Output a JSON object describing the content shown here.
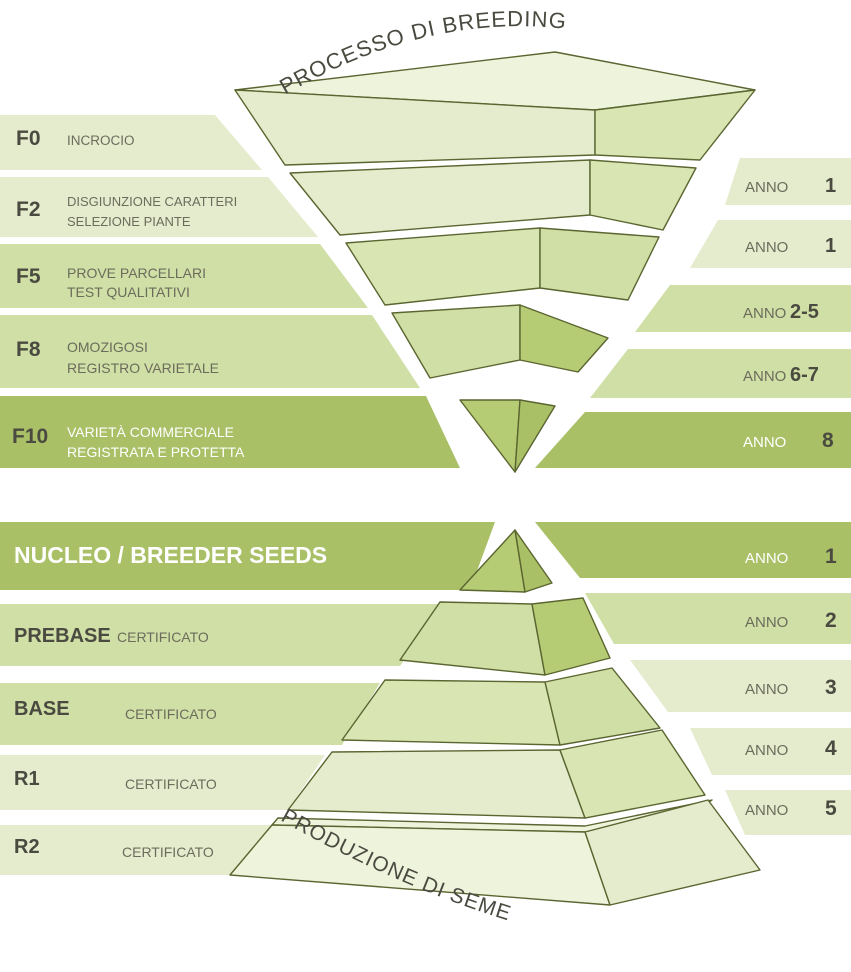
{
  "colors": {
    "light_band": "#e4eccd",
    "mid_band": "#cfdfa6",
    "dark_band": "#a9c067",
    "text_gray": "#6c6c5c",
    "text_dark": "#4a4a40",
    "face_light": "#eef3dc",
    "face_mid": "#d9e6b3",
    "face_dark": "#b6cc74",
    "edge": "#5a6530"
  },
  "breeding": {
    "title": "PROCESSO DI BREEDING",
    "rows": [
      {
        "code": "F0",
        "lines": [
          "INCROCIO"
        ],
        "anno_label": "ANNO",
        "anno_value": "1"
      },
      {
        "code": "F2",
        "lines": [
          "DISGIUNZIONE CARATTERI",
          "SELEZIONE PIANTE"
        ],
        "anno_label": "ANNO",
        "anno_value": "1"
      },
      {
        "code": "F5",
        "lines": [
          "PROVE PARCELLARI",
          "TEST QUALITATIVI"
        ],
        "anno_label": "ANNO",
        "anno_value": "2-5"
      },
      {
        "code": "F8",
        "lines": [
          "OMOZIGOSI",
          "REGISTRO VARIETALE"
        ],
        "anno_label": "ANNO",
        "anno_value": "6-7"
      },
      {
        "code": "F10",
        "lines": [
          "VARIETÀ COMMERCIALE",
          "REGISTRATA E PROTETTA"
        ],
        "anno_label": "ANNO",
        "anno_value": "8"
      }
    ]
  },
  "seed_production": {
    "title": "PRODUZIONE DI SEME",
    "rows": [
      {
        "code": "NUCLEO / BREEDER SEEDS",
        "sub": "",
        "anno_label": "ANNO",
        "anno_value": "1"
      },
      {
        "code": "PREBASE",
        "sub": "CERTIFICATO",
        "anno_label": "ANNO",
        "anno_value": "2"
      },
      {
        "code": "BASE",
        "sub": "CERTIFICATO",
        "anno_label": "ANNO",
        "anno_value": "3"
      },
      {
        "code": "R1",
        "sub": "CERTIFICATO",
        "anno_label": "ANNO",
        "anno_value": "4"
      },
      {
        "code": "R2",
        "sub": "CERTIFICATO",
        "anno_label": "ANNO",
        "anno_value": "5"
      }
    ]
  }
}
